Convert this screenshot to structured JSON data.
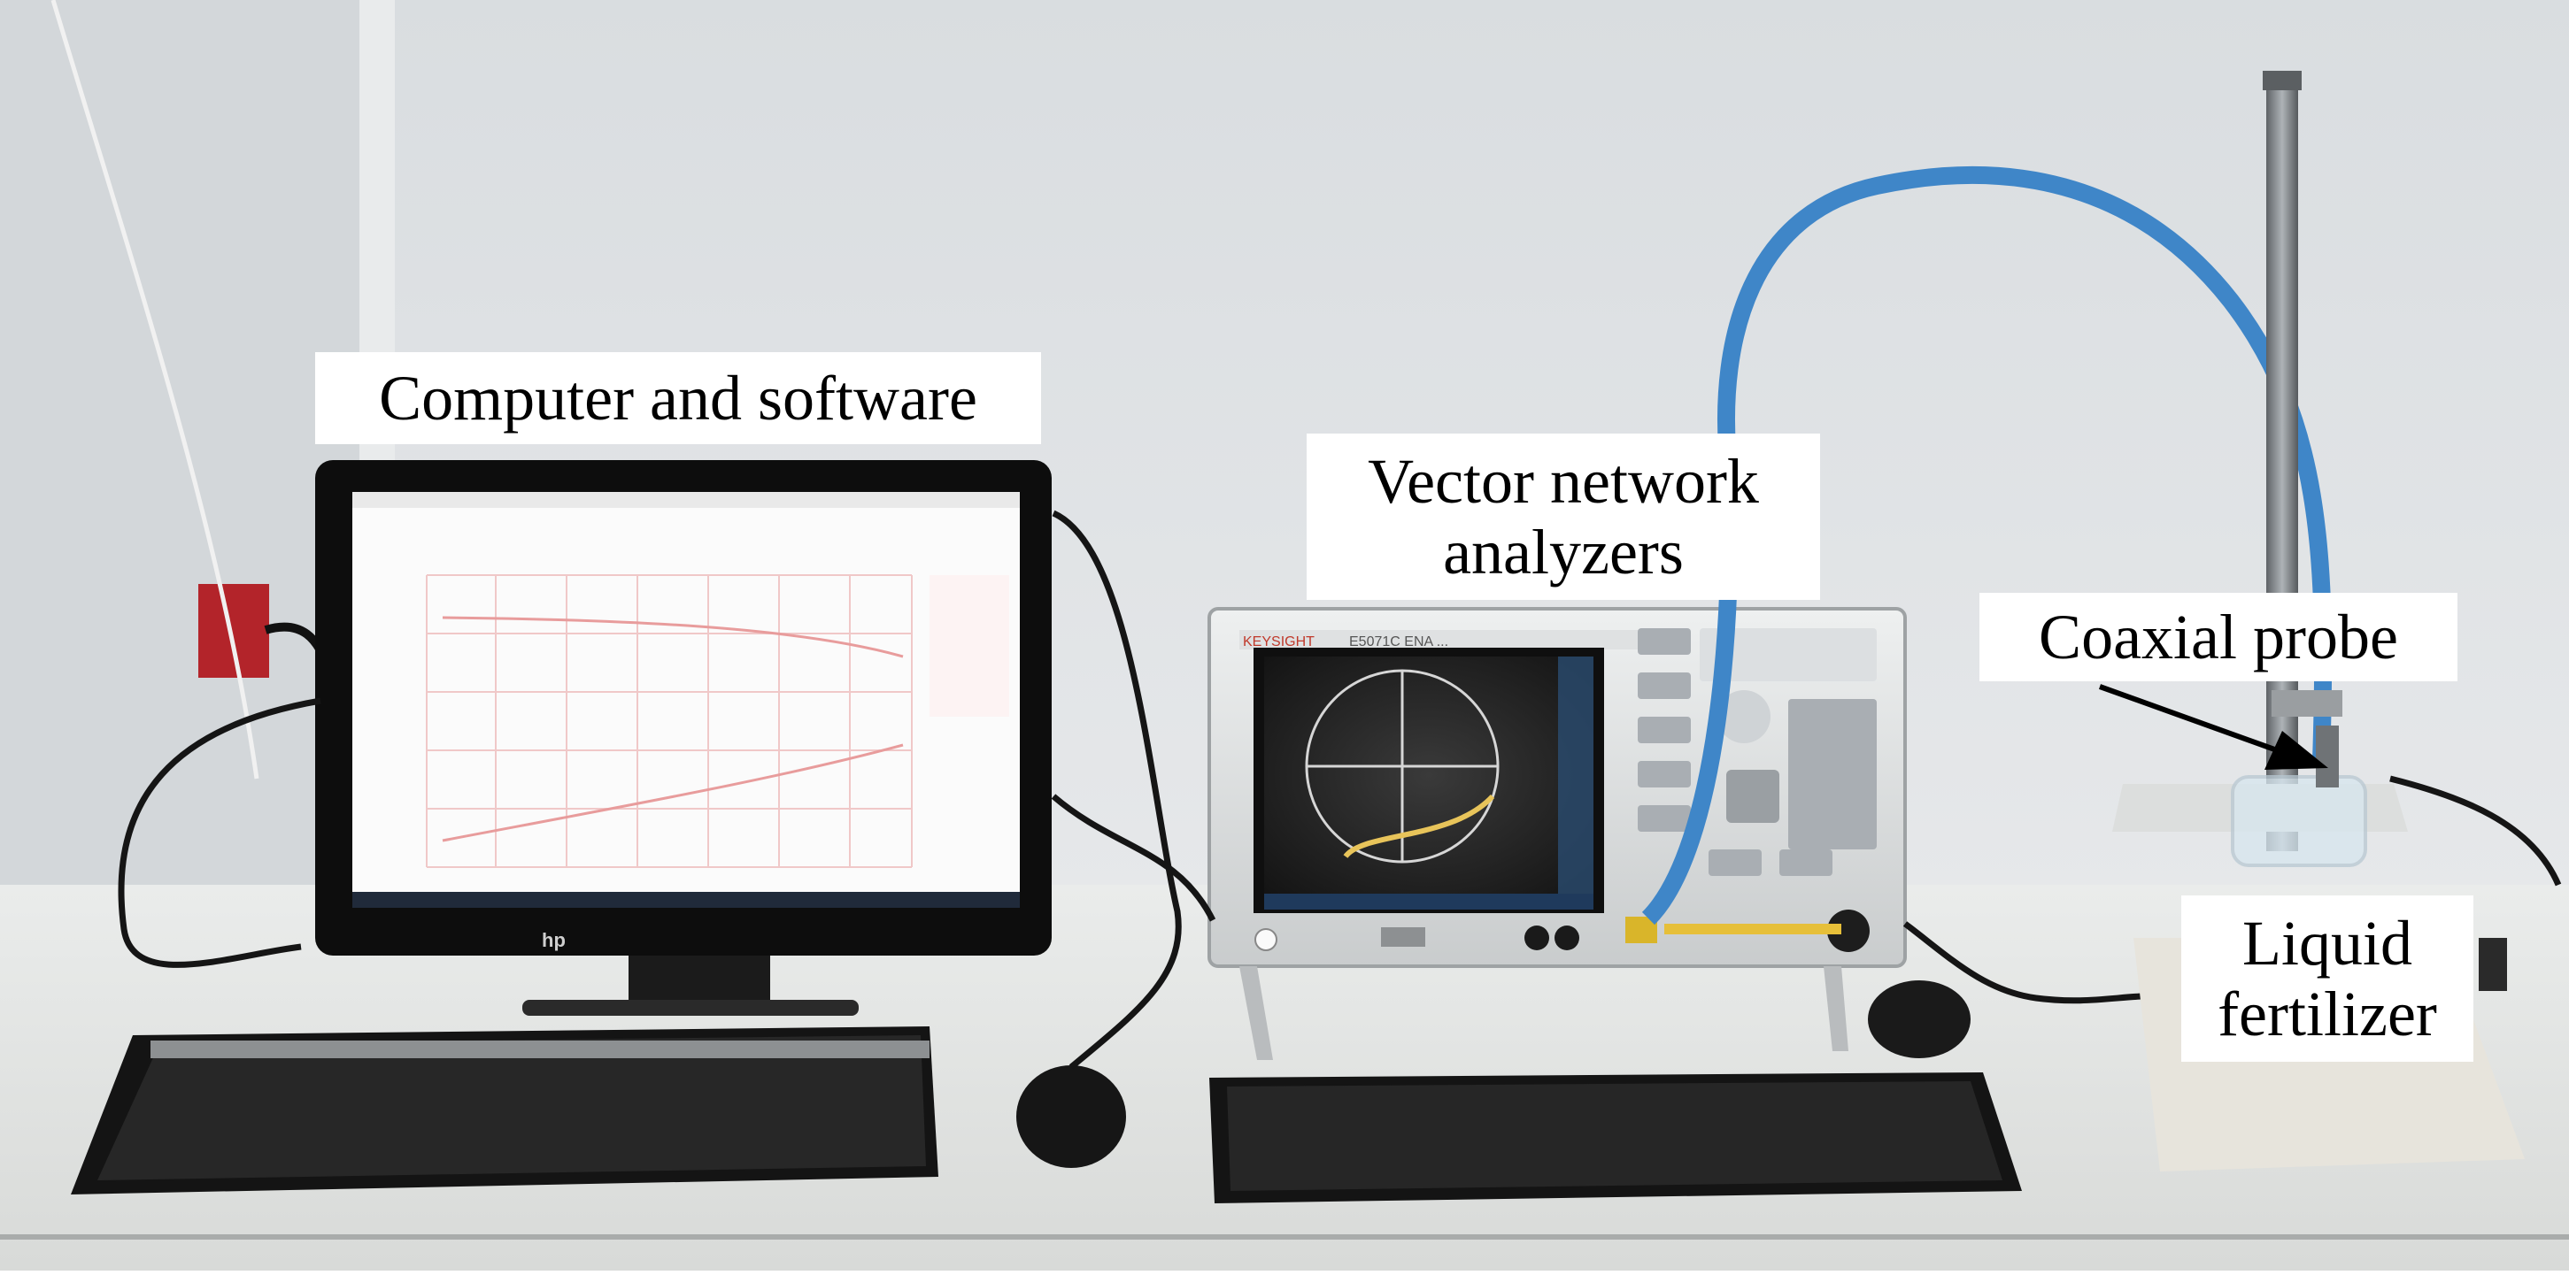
{
  "labels": {
    "computer": "Computer and software",
    "vna_line1": "Vector network",
    "vna_line2": "analyzers",
    "probe": "Coaxial probe",
    "liquid_line1": "Liquid",
    "liquid_line2": "fertilizer"
  },
  "vna_screen": {
    "brand": "KEYSIGHT",
    "model": "E5071C  ENA  ..."
  },
  "monitor": {
    "brand": "hp"
  },
  "colors": {
    "wall": "#dde1e4",
    "desk": "#e7e8e6",
    "cable": "#3f86c8",
    "frame": "#0d0d0d",
    "label_bg": "#ffffff"
  }
}
